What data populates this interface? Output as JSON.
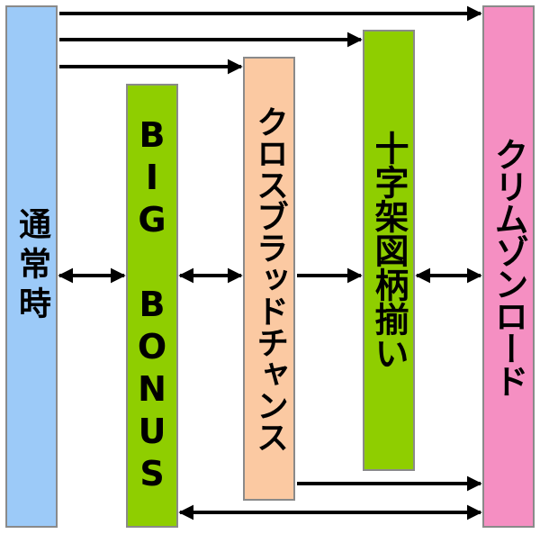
{
  "nodes": {
    "normal": {
      "label": "通常時",
      "color": "#9ccaf8"
    },
    "big": {
      "label": "BIG BONUS",
      "color": "#8fce00"
    },
    "cross": {
      "label": "クロスブラッドチャンス",
      "color": "#fbc9a2"
    },
    "juji": {
      "label": "十字架図柄揃い",
      "color": "#8fce00"
    },
    "crimson": {
      "label": "クリムゾンロード",
      "color": "#f58fc2"
    }
  },
  "edges": [
    {
      "from": "normal",
      "to": "crimson",
      "direction": "forward"
    },
    {
      "from": "normal",
      "to": "juji",
      "direction": "forward"
    },
    {
      "from": "normal",
      "to": "cross",
      "direction": "forward"
    },
    {
      "from": "normal",
      "to": "big",
      "direction": "both"
    },
    {
      "from": "big",
      "to": "cross",
      "direction": "both"
    },
    {
      "from": "cross",
      "to": "juji",
      "direction": "forward"
    },
    {
      "from": "juji",
      "to": "crimson",
      "direction": "both"
    },
    {
      "from": "cross",
      "to": "crimson",
      "direction": "forward"
    },
    {
      "from": "big",
      "to": "crimson",
      "direction": "both"
    }
  ]
}
